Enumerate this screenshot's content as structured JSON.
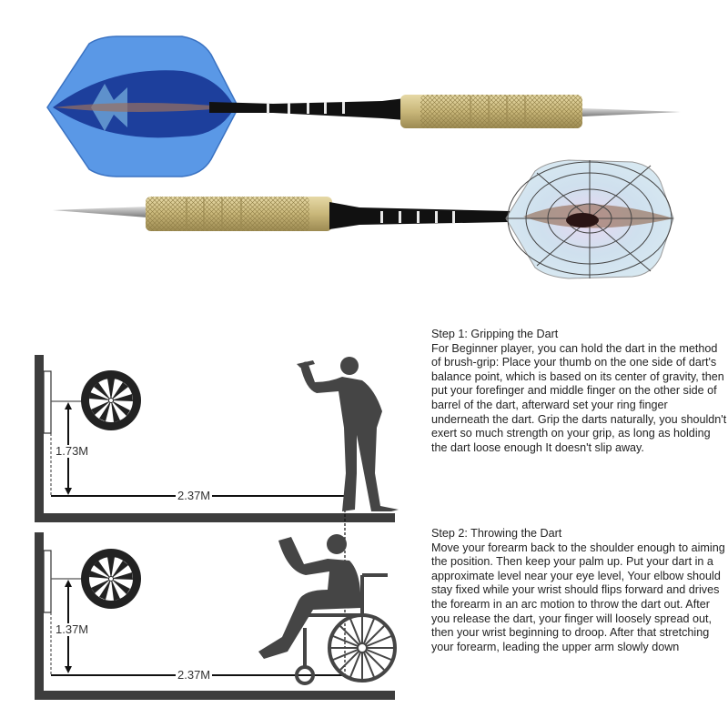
{
  "darts": {
    "top_dart": {
      "flight": "blue holographic star flight",
      "shaft": "black striped shaft",
      "barrel": "brass knurled barrel",
      "tip": "steel tip",
      "direction": "pointing-right"
    },
    "bottom_dart": {
      "flight": "spider web holographic flight",
      "shaft": "black striped shaft",
      "barrel": "brass knurled barrel",
      "tip": "steel tip",
      "direction": "pointing-left"
    },
    "colors": {
      "flight_blue": "#3f7fd8",
      "flight_blue_dark": "#1f3f9a",
      "shaft": "#111111",
      "barrel": "#c9b77a",
      "barrel_dark": "#a8945a",
      "tip": "#9a9a9a",
      "web_line": "#444444"
    }
  },
  "diagram": {
    "colors": {
      "wall": "#3d3d3d",
      "silhouette": "#454545",
      "line": "#111111"
    },
    "standing": {
      "height_label": "1.73M",
      "distance_label": "2.37M"
    },
    "wheelchair": {
      "height_label": "1.37M",
      "distance_label": "2.37M"
    }
  },
  "steps": [
    {
      "title": "Step 1: Gripping the Dart",
      "body": "For Beginner player, you can hold the dart in the method of brush-grip: Place your thumb on the one side of dart's balance point, which is based on its center of gravity, then put your forefinger and middle finger on the other side of barrel of the dart, afterward set your ring finger underneath the dart. Grip the darts naturally, you shouldn't exert so much strength on your grip, as long as holding the dart loose enough It doesn't slip away."
    },
    {
      "title": "Step 2: Throwing the Dart",
      "body": "Move your forearm back to the shoulder enough to aiming the position. Then keep your palm up. Put your dart in a approximate level near your eye level, Your elbow should stay fixed while your wrist should flips forward and drives the forearm in an arc motion to throw the dart out. After you release the dart, your finger will loosely spread out, then your wrist beginning to droop. After that stretching your forearm, leading the upper arm slowly down"
    }
  ]
}
